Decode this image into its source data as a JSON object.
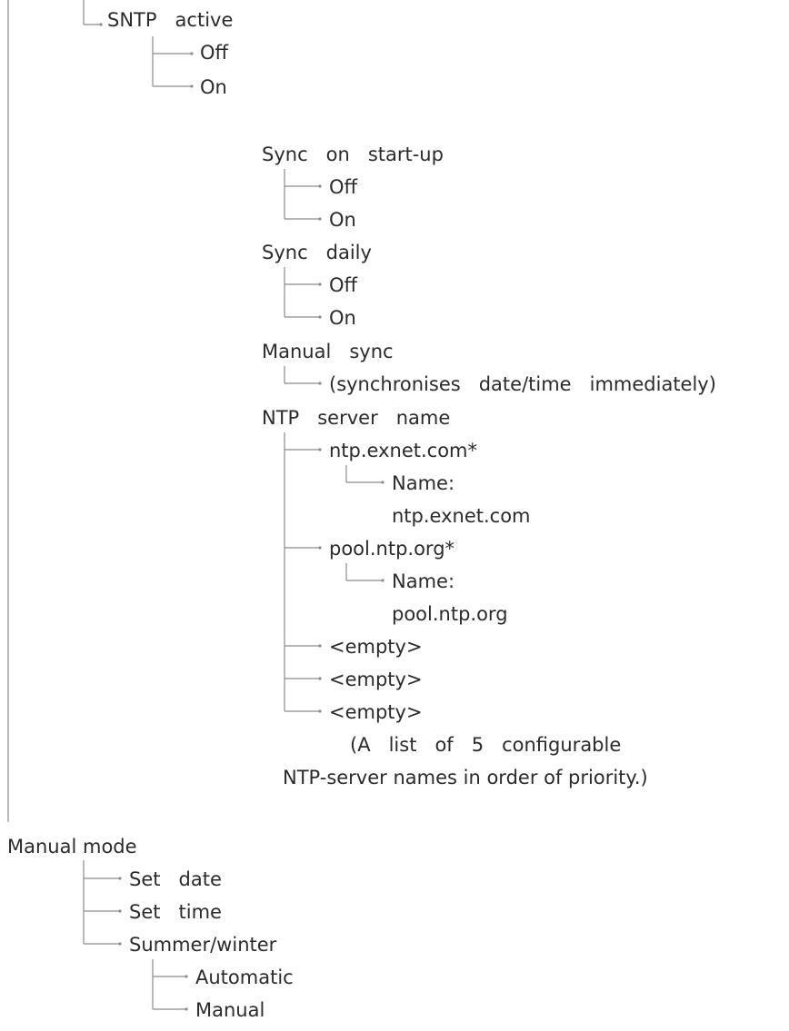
{
  "sntp": {
    "label": "SNTP   active",
    "off": "Off",
    "on": "On"
  },
  "sync_startup": {
    "label": "Sync   on   start-up",
    "off": "Off",
    "on": "On"
  },
  "sync_daily": {
    "label": "Sync   daily",
    "off": "Off",
    "on": "On"
  },
  "manual_sync": {
    "label": "Manual   sync",
    "note": "(synchronises   date/time   immediately)"
  },
  "ntp_server_name": {
    "label": "NTP   server   name",
    "servers": [
      {
        "entry": "ntp.exnet.com*",
        "name_label": "Name:",
        "name_value": "ntp.exnet.com"
      },
      {
        "entry": "pool.ntp.org*",
        "name_label": "Name:",
        "name_value": "pool.ntp.org"
      },
      {
        "entry": "<empty>"
      },
      {
        "entry": "<empty>"
      },
      {
        "entry": "<empty>"
      }
    ],
    "note_line1": "(A   list   of   5   configurable",
    "note_line2": "NTP-server names in order of priority.)"
  },
  "manual_mode": {
    "label": "Manual mode",
    "set_date": "Set   date",
    "set_time": "Set   time",
    "summer_winter": {
      "label": "Summer/winter",
      "automatic": "Automatic",
      "manual": "Manual"
    }
  }
}
